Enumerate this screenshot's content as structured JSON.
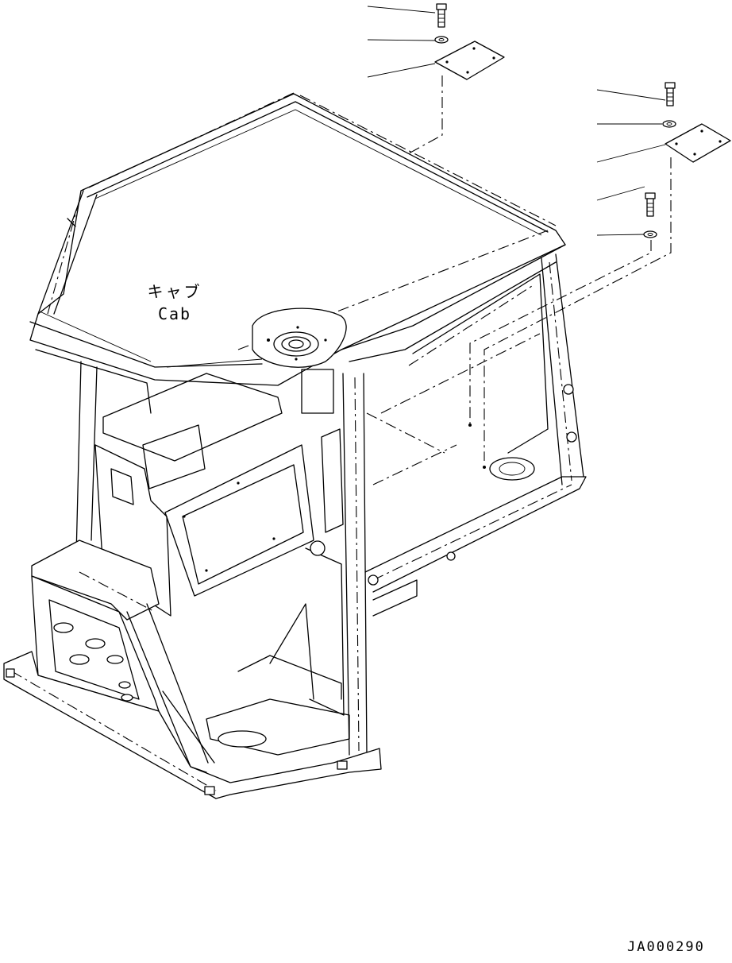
{
  "labels": {
    "cab_jp": "キャブ",
    "cab_en": "Cab",
    "drawing_id": "JA000290"
  }
}
